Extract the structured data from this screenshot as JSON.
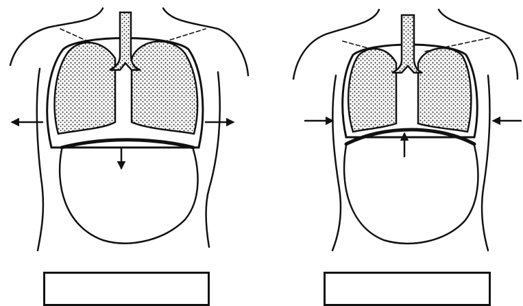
{
  "figures": [
    {
      "id": "inhalation",
      "diaphragm": "contracted",
      "rib_cage_arrows": "outward",
      "diaphragm_arrow": "down"
    },
    {
      "id": "exhalation",
      "diaphragm": "relaxed",
      "rib_cage_arrows": "inward",
      "diaphragm_arrow": "up"
    }
  ],
  "answer_boxes": {
    "left": "",
    "right": ""
  },
  "colors": {
    "ink": "#111111",
    "background": "#ffffff",
    "lung_fill": "#3a3a3a"
  }
}
